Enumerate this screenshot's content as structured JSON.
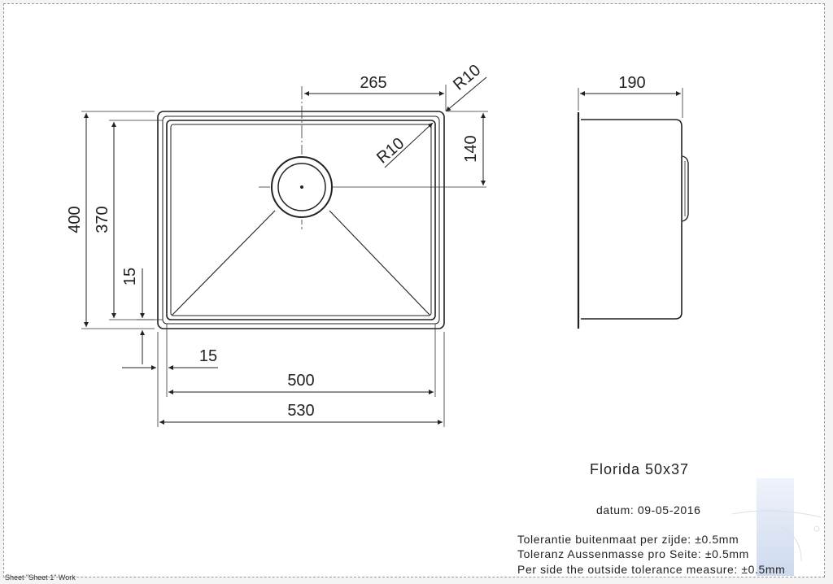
{
  "dimensions": {
    "width_inner": "500",
    "width_outer": "530",
    "flange_bottom": "15",
    "flange_side": "15",
    "height_outer": "400",
    "height_inner": "370",
    "drain_offset_x": "265",
    "drain_offset_y": "140",
    "radius_outer": "R10",
    "radius_inner": "R10",
    "side_depth": "190"
  },
  "title_block": {
    "product": "Florida 50x37",
    "date": "datum: 09-05-2016",
    "tolerance_nl": "Tolerantie buitenmaat per zijde: ±0.5mm",
    "tolerance_de": "Toleranz Aussenmasse pro Seite: ±0.5mm",
    "tolerance_en": "Per side the outside tolerance measure: ±0.5mm"
  },
  "footer": {
    "sheet_label": "Sheet \"Sheet 1\" Work"
  }
}
